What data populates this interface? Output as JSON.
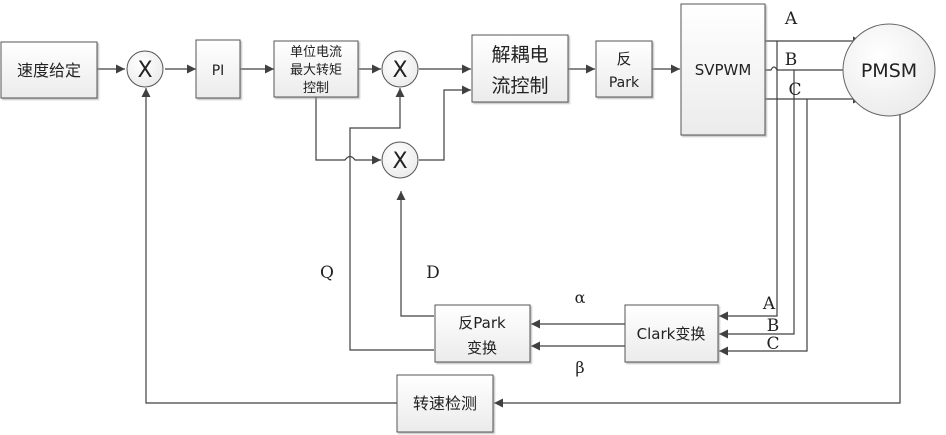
{
  "diagram": {
    "title": "PMSM vector control block diagram",
    "blocks": {
      "speed_ref": "速度给定",
      "pi": "PI",
      "mtpa_line1": "单位电流",
      "mtpa_line2": "最大转矩",
      "mtpa_line3": "控制",
      "decouple_line1": "解耦电",
      "decouple_line2": "流控制",
      "inv_park_top_line1": "反",
      "inv_park_top_line2": "Park",
      "svpwm": "SVPWM",
      "pmsm": "PMSM",
      "inv_park_bottom_line1": "反Park",
      "inv_park_bottom_line2": "变换",
      "clark": "Clark变换",
      "speed_detect": "转速检测"
    },
    "multipliers": [
      "X",
      "X",
      "X"
    ],
    "labels": {
      "phase_a_top": "A",
      "phase_b_top": "B",
      "phase_c_top": "C",
      "phase_a_bottom": "A",
      "phase_b_bottom": "B",
      "phase_c_bottom": "C",
      "q": "Q",
      "d": "D",
      "alpha": "α",
      "beta": "β"
    }
  }
}
